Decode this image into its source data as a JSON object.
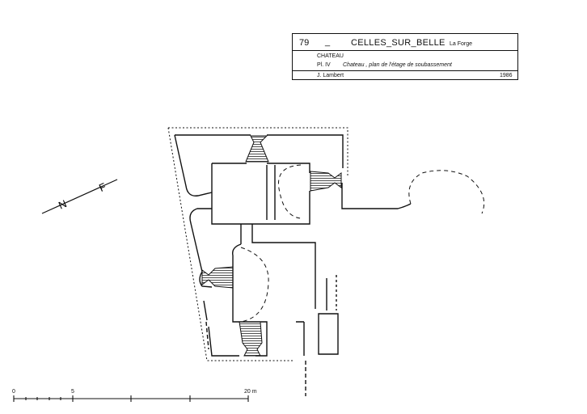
{
  "cartouche": {
    "department": "79",
    "dash": "_",
    "commune": "CELLES_SUR_BELLE",
    "locality": "La Forge",
    "building": "CHATEAU",
    "plate": "Pl. IV",
    "caption": "Chateau , plan de l'étage de soubassement",
    "author": "J. Lambert",
    "year": "1986"
  },
  "north_arrow": {
    "letter_n": "N",
    "letter_f": "F"
  },
  "scale_bar": {
    "labels": [
      "0",
      "5",
      "20 m"
    ]
  }
}
